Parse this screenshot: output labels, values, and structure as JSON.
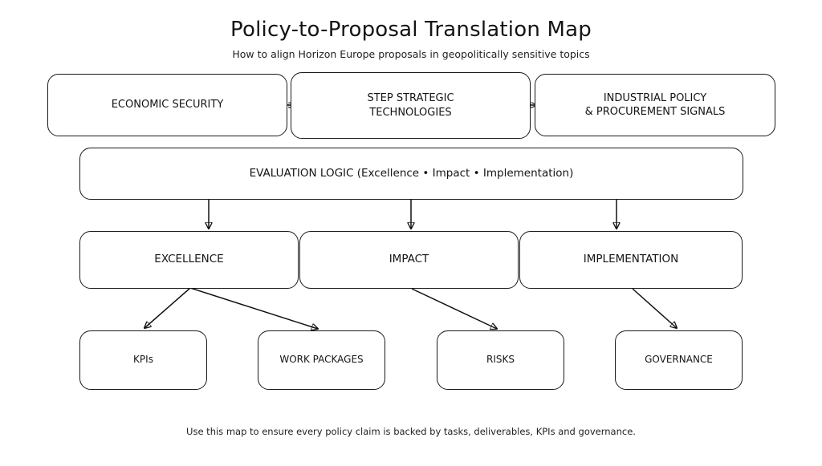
{
  "header": {
    "title": "Policy-to-Proposal Translation Map",
    "subtitle": "How to align Horizon Europe proposals in geopolitically sensitive topics"
  },
  "footer": {
    "note": "Use this map to ensure every policy claim is backed by tasks, deliverables, KPIs and governance."
  },
  "diagram": {
    "type": "flowchart",
    "row_drivers": [
      {
        "id": "economic-security",
        "label": "ECONOMIC SECURITY"
      },
      {
        "id": "step-strategic-technologies",
        "label": "STEP STRATEGIC\nTECHNOLOGIES"
      },
      {
        "id": "industrial-policy",
        "label": "INDUSTRIAL POLICY\n& PROCUREMENT SIGNALS"
      }
    ],
    "row_logic": [
      {
        "id": "evaluation-logic",
        "label": "EVALUATION LOGIC  (Excellence • Impact • Implementation)"
      }
    ],
    "row_criteria": [
      {
        "id": "excellence",
        "label": "EXCELLENCE"
      },
      {
        "id": "impact",
        "label": "IMPACT"
      },
      {
        "id": "implementation",
        "label": "IMPLEMENTATION"
      }
    ],
    "row_artifacts": [
      {
        "id": "kpis",
        "label": "KPIs"
      },
      {
        "id": "work-packages",
        "label": "WORK PACKAGES"
      },
      {
        "id": "risks",
        "label": "RISKS"
      },
      {
        "id": "governance",
        "label": "GOVERNANCE"
      }
    ],
    "edges": [
      {
        "from": "economic-security",
        "to": "step-strategic-technologies"
      },
      {
        "from": "step-strategic-technologies",
        "to": "industrial-policy"
      },
      {
        "from": "evaluation-logic",
        "to": "excellence"
      },
      {
        "from": "evaluation-logic",
        "to": "impact"
      },
      {
        "from": "evaluation-logic",
        "to": "implementation"
      },
      {
        "from": "excellence",
        "to": "kpis"
      },
      {
        "from": "excellence",
        "to": "work-packages"
      },
      {
        "from": "impact",
        "to": "risks"
      },
      {
        "from": "implementation",
        "to": "governance"
      }
    ],
    "style": {
      "stroke": "#111111",
      "box_fill": "#ffffff",
      "text": "#141414"
    }
  }
}
